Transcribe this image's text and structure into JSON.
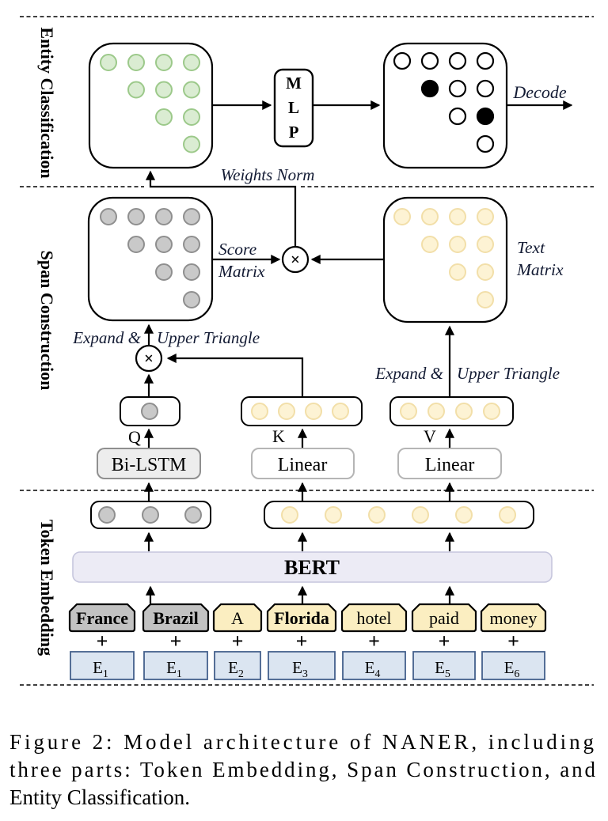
{
  "figure": {
    "sections": [
      {
        "id": "entity",
        "label": "Entity Classification"
      },
      {
        "id": "span",
        "label": "Span Construction"
      },
      {
        "id": "token",
        "label": "Token Embedding"
      }
    ],
    "nodes": {
      "mlp": [
        "M",
        "L",
        "P"
      ],
      "bert": "BERT",
      "bilstm": "Bi-LSTM",
      "linear_k": "Linear",
      "linear_v": "Linear",
      "q": "Q",
      "k": "K",
      "v": "V",
      "times": "×"
    },
    "annotations": {
      "decode": "Decode",
      "weights_norm": "Weights Norm",
      "score_matrix": [
        "Score",
        "Matrix"
      ],
      "text_matrix": [
        "Text",
        "Matrix"
      ],
      "expand_upper_left": [
        "Expand &",
        "Upper Triangle"
      ],
      "expand_upper_right": [
        "Expand &",
        "Upper Triangle"
      ]
    },
    "tokens": [
      {
        "text": "France",
        "bold": true,
        "fill": "gray"
      },
      {
        "text": "Brazil",
        "bold": true,
        "fill": "gray"
      },
      {
        "text": "A",
        "bold": false,
        "fill": "yellow"
      },
      {
        "text": "Florida",
        "bold": true,
        "fill": "yellow"
      },
      {
        "text": "hotel",
        "bold": false,
        "fill": "yellow"
      },
      {
        "text": "paid",
        "bold": false,
        "fill": "yellow"
      },
      {
        "text": "money",
        "bold": false,
        "fill": "yellow"
      }
    ],
    "plus_sign": "+",
    "embeddings": [
      {
        "base": "E",
        "sub": "1"
      },
      {
        "base": "E",
        "sub": "1"
      },
      {
        "base": "E",
        "sub": "2"
      },
      {
        "base": "E",
        "sub": "3"
      },
      {
        "base": "E",
        "sub": "4"
      },
      {
        "base": "E",
        "sub": "5"
      },
      {
        "base": "E",
        "sub": "6"
      }
    ],
    "matrices": {
      "classification": {
        "style": "green",
        "pattern": [
          [
            1,
            1,
            1,
            1
          ],
          [
            0,
            1,
            1,
            1
          ],
          [
            0,
            0,
            1,
            1
          ],
          [
            0,
            0,
            0,
            1
          ]
        ]
      },
      "decode": {
        "style": "outline",
        "pattern": [
          [
            1,
            1,
            1,
            1
          ],
          [
            0,
            2,
            1,
            1
          ],
          [
            0,
            0,
            1,
            2
          ],
          [
            0,
            0,
            0,
            1
          ]
        ]
      },
      "score": {
        "style": "gray",
        "pattern": [
          [
            1,
            1,
            1,
            1
          ],
          [
            0,
            1,
            1,
            1
          ],
          [
            0,
            0,
            1,
            1
          ],
          [
            0,
            0,
            0,
            1
          ]
        ]
      },
      "text": {
        "style": "yellow",
        "pattern": [
          [
            1,
            1,
            1,
            1
          ],
          [
            0,
            1,
            1,
            1
          ],
          [
            0,
            0,
            1,
            1
          ],
          [
            0,
            0,
            0,
            1
          ]
        ]
      }
    },
    "vectors": {
      "q": {
        "count": 1,
        "style": "gray"
      },
      "k": {
        "count": 4,
        "style": "yellow"
      },
      "v": {
        "count": 4,
        "style": "yellow"
      },
      "bert_gray": {
        "count": 3,
        "style": "gray"
      },
      "bert_yellow": {
        "count": 6,
        "style": "yellow"
      }
    },
    "colors": {
      "token_gray": "#c2c2c2",
      "token_yellow": "#fbeec1",
      "embed_fill": "#dbe5f1",
      "embed_border": "#44608c",
      "plus": "#1f3864",
      "bert_fill": "#ecebf5",
      "bert_border": "#c6c6dd",
      "bert_text": "#1b2d50",
      "green_fill": "#daecd2",
      "green_stroke": "#9cc98a",
      "gray_fill": "#c9c9c9",
      "gray_stroke": "#8f8f8f",
      "yellow_fill": "#fdf3d4",
      "yellow_stroke": "#f2dfa9",
      "bilstm_fill": "#ededed",
      "linear_fill": "#ffffff"
    }
  },
  "caption": {
    "lines": [
      "Figure 2:  Model architecture of NANER, including",
      "three parts: Token Embedding, Span Construction, and",
      "Entity Classification."
    ]
  }
}
